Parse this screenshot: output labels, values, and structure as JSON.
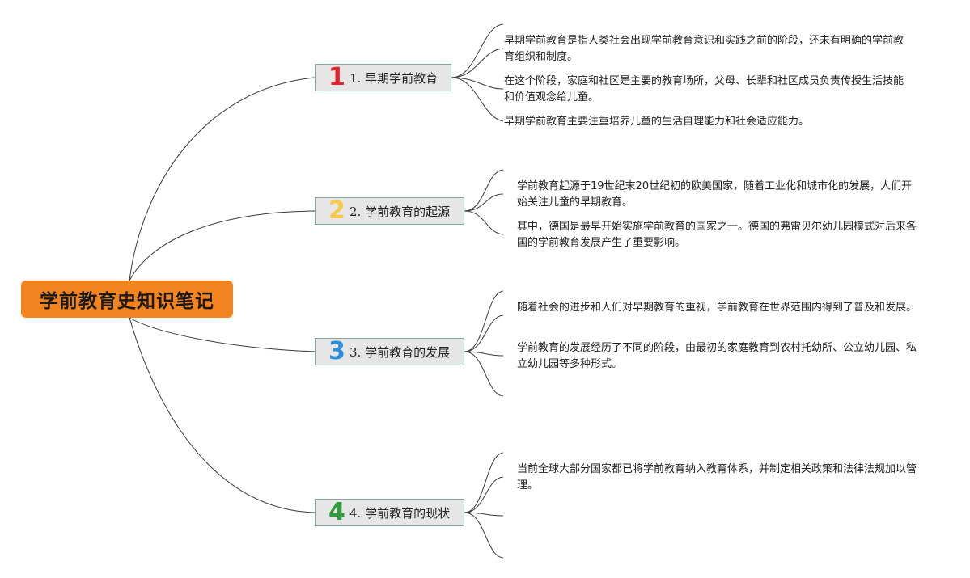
{
  "root": {
    "title": "学前教育史知识笔记",
    "color": "#f2831f"
  },
  "branches": [
    {
      "number": "1",
      "number_color": "#e0242e",
      "label": "1. 早期学前教育",
      "notes": [
        "早期学前教育是指人类社会出现学前教育意识和实践之前的阶段，还未有明确的学前教育组织和制度。",
        "在这个阶段，家庭和社区是主要的教育场所，父母、长辈和社区成员负责传授生活技能和价值观念给儿童。",
        "早期学前教育主要注重培养儿童的生活自理能力和社会适应能力。"
      ]
    },
    {
      "number": "2",
      "number_color": "#f7c948",
      "label": "2. 学前教育的起源",
      "notes": [
        "学前教育起源于19世纪末20世纪初的欧美国家，随着工业化和城市化的发展，人们开始关注儿童的早期教育。",
        "其中，德国是最早开始实施学前教育的国家之一。德国的弗雷贝尔幼儿园模式对后来各国的学前教育发展产生了重要影响。"
      ]
    },
    {
      "number": "3",
      "number_color": "#2a8fd8",
      "label": "3. 学前教育的发展",
      "notes": [
        "随着社会的进步和人们对早期教育的重视，学前教育在世界范围内得到了普及和发展。",
        "学前教育的发展经历了不同的阶段，由最初的家庭教育到农村托幼所、公立幼儿园、私立幼儿园等多种形式。"
      ]
    },
    {
      "number": "4",
      "number_color": "#2e9d3a",
      "label": "4. 学前教育的现状",
      "notes": [
        "当前全球大部分国家都已将学前教育纳入教育体系，并制定相关政策和法律法规加以管理。"
      ]
    }
  ]
}
